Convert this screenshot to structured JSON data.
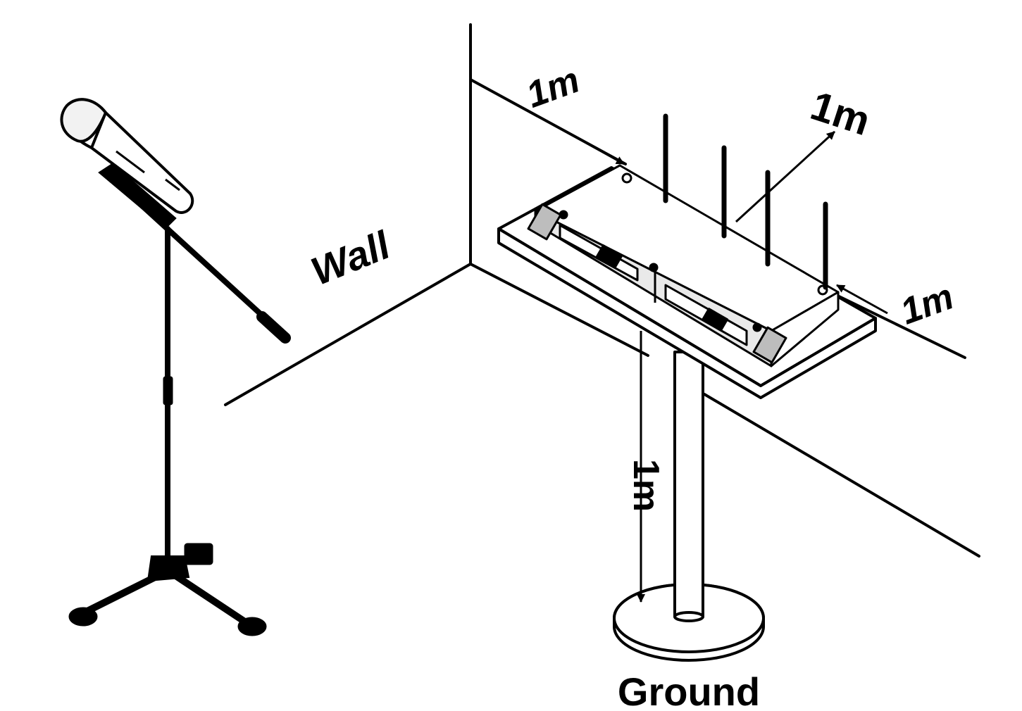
{
  "labels": {
    "wall": "Wall",
    "ground": "Ground",
    "dist_top_wall": "1m",
    "dist_antenna_up": "1m",
    "dist_right_wall": "1m",
    "dist_down_ground": "1m"
  },
  "colors": {
    "ink": "#000000",
    "paper": "#ffffff",
    "panel": "#e9e9e9",
    "panel_dark": "#bdbdbd"
  },
  "icons": {
    "microphone": "microphone-icon",
    "mic_stand": "mic-stand-icon",
    "receiver": "receiver-unit-icon",
    "antenna": "antenna-icon",
    "table": "pedestal-table-icon"
  }
}
